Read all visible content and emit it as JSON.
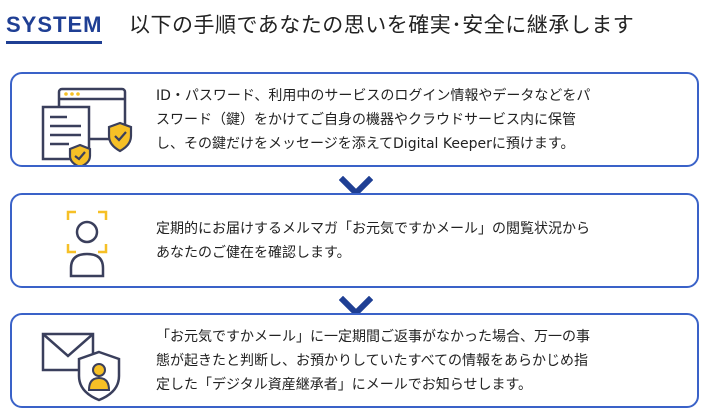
{
  "header": {
    "system_label": "SYSTEM",
    "title": "以下の手順であなたの思いを確実･安全に継承します"
  },
  "colors": {
    "accent_navy": "#1f3f94",
    "box_border": "#3a62c8",
    "icon_yellow": "#f6c026"
  },
  "steps": [
    {
      "icon": "browser-document-shield-icon",
      "lines": [
        "ID・パスワード、利用中のサービスのログイン情報やデータなどをパ",
        "スワード（鍵）をかけてご自身の機器やクラウドサービス内に保管",
        "し、その鍵だけをメッセージを添えてDigital Keeperに預けます。"
      ]
    },
    {
      "icon": "person-face-scan-icon",
      "lines": [
        "定期的にお届けするメルマガ「お元気ですかメール」の閲覧状況から",
        "あなたのご健在を確認します。"
      ]
    },
    {
      "icon": "envelope-person-shield-icon",
      "lines": [
        "「お元気ですかメール」に一定期間ご返事がなかった場合、万一の事",
        "態が起きたと判断し、お預かりしていたすべての情報をあらかじめ指",
        "定した「デジタル資産継承者」にメールでお知らせします。"
      ]
    }
  ]
}
